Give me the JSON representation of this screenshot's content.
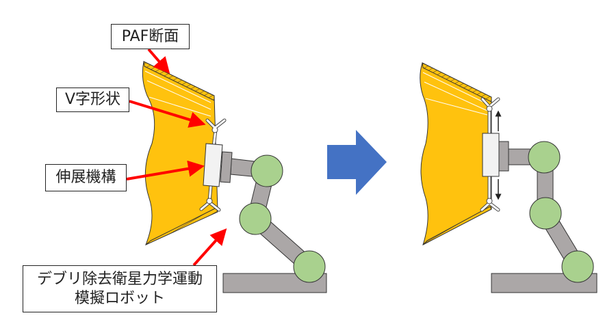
{
  "labels": {
    "paf_section": "PAF断面",
    "v_shape": "V字形状",
    "extension_mechanism": "伸展機構",
    "robot_line1": "デブリ除去衛星力学運動",
    "robot_line2": "模擬ロボット"
  },
  "colors": {
    "panel": "#FFC20E",
    "robot_joint": "#A9D18E",
    "robot_link": "#ABA7A7",
    "annotation_arrow": "#FF0000",
    "transition_arrow": "#4472C4"
  }
}
